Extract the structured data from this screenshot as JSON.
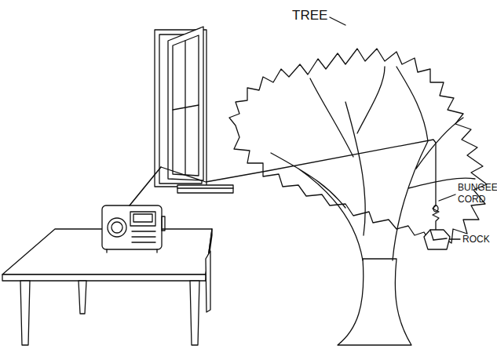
{
  "diagram": {
    "labels": [
      "TREE",
      "BUNGEE CORD",
      "ROCK"
    ]
  }
}
